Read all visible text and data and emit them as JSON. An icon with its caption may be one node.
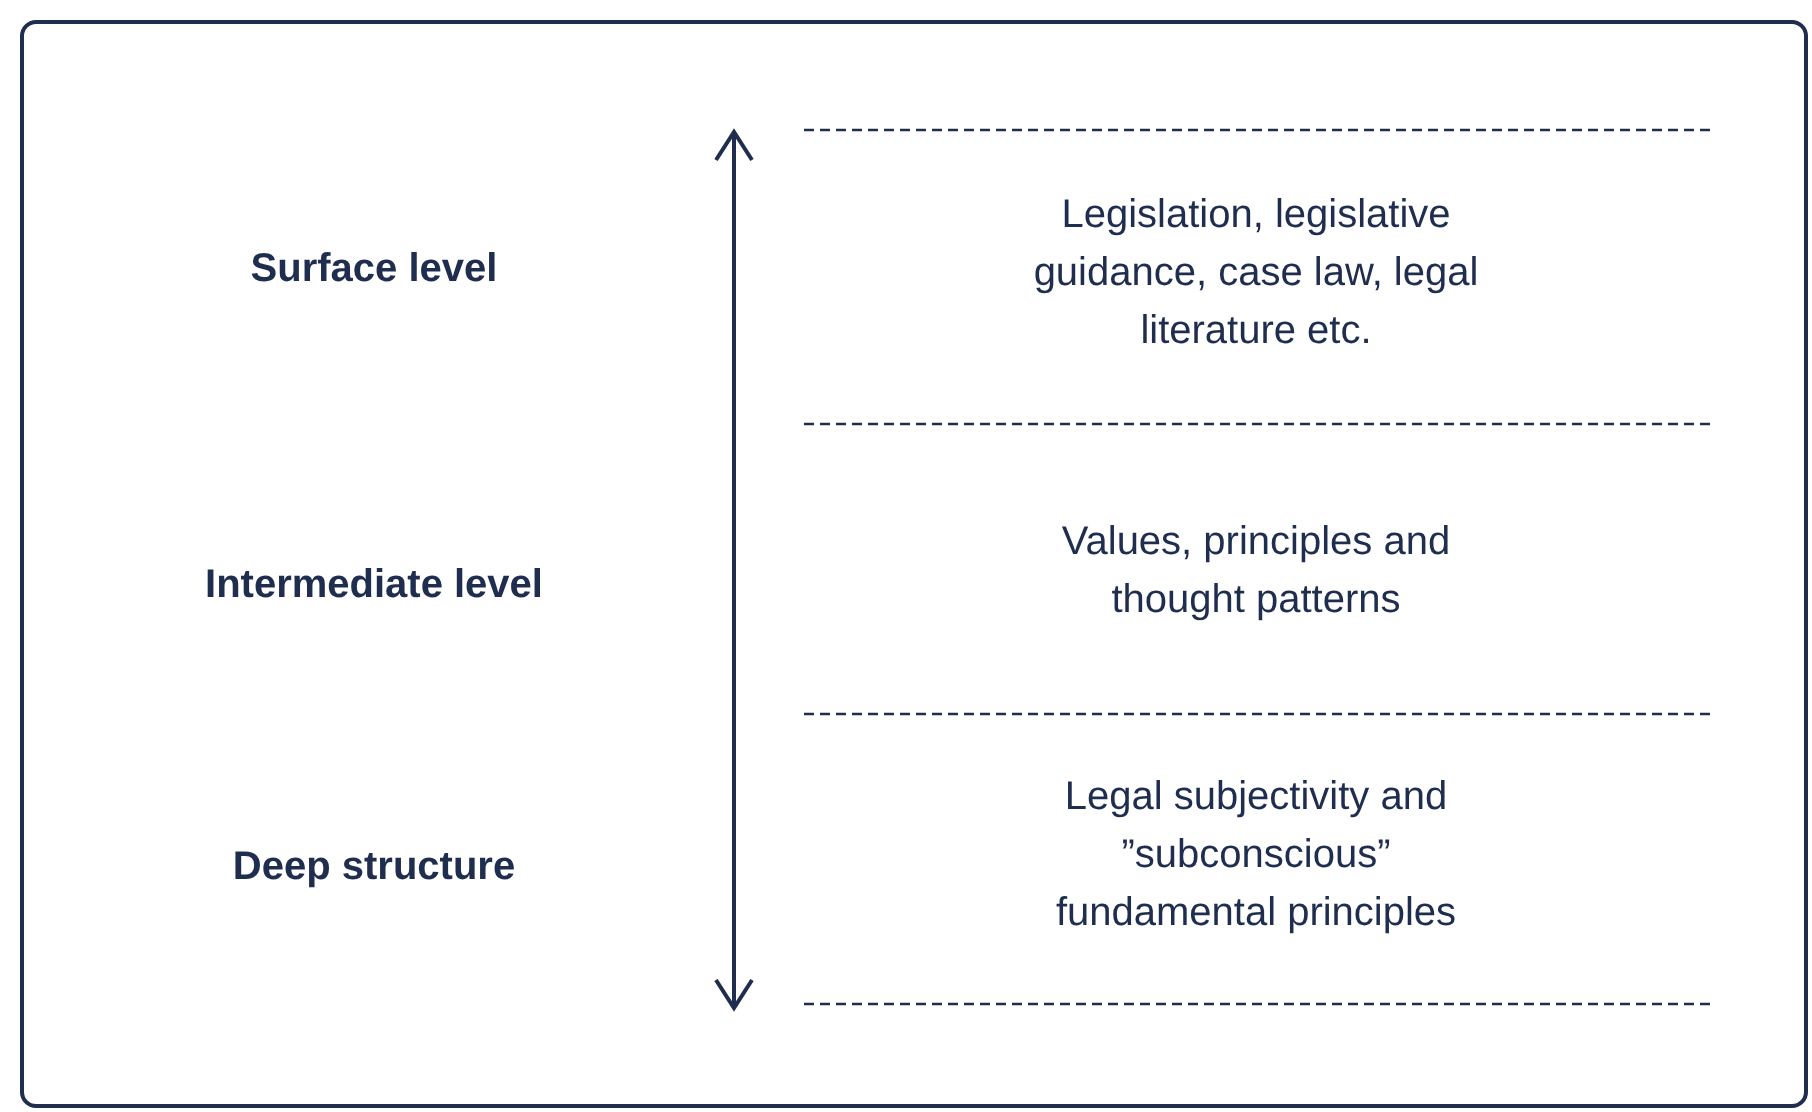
{
  "diagram": {
    "labels": [
      "Surface level",
      "Legislation, legislative guidance, case law, legal literature etc.",
      "Intermediate level",
      "Values, principles and thought patterns",
      "Deep structure",
      "Legal subjectivity and ”subconscious” fundamental principles"
    ]
  }
}
